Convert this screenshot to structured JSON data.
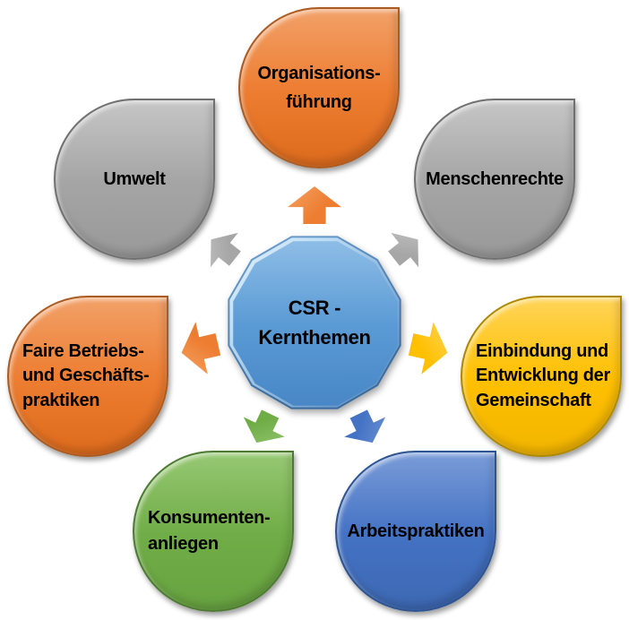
{
  "diagram": {
    "background": "#FFFFFF",
    "center": {
      "label": "CSR -\nKernthemen",
      "colors": {
        "edge": "#3A6B9F",
        "bevel": "#BCDCF4",
        "light": "#8FBEE7",
        "base": "#5B9BD5",
        "dark": "#4886C6"
      }
    },
    "nodes": [
      {
        "label": "Organisations-\nführung",
        "colors": {
          "light": "#F2A169",
          "base": "#ED7D31",
          "dark": "#DD6B1D",
          "edge": "#AA5B21"
        }
      },
      {
        "label": "Umwelt",
        "colors": {
          "light": "#C6C6C6",
          "base": "#A5A5A5",
          "dark": "#999999",
          "edge": "#707070"
        }
      },
      {
        "label": "Menschenrechte",
        "colors": {
          "light": "#C6C6C6",
          "base": "#A5A5A5",
          "dark": "#999999",
          "edge": "#707070"
        }
      },
      {
        "label": "Einbindung und\nEntwicklung der\nGemeinschaft",
        "colors": {
          "light": "#FFD459",
          "base": "#FFC000",
          "dark": "#F2B500",
          "edge": "#AD8800"
        }
      },
      {
        "label": "Faire Betriebs-\nund Geschäfts-\npraktiken",
        "colors": {
          "light": "#F2A169",
          "base": "#ED7D31",
          "dark": "#DD6B1D",
          "edge": "#AA5B21"
        }
      },
      {
        "label": "Konsumenten-\nanliegen",
        "colors": {
          "light": "#97C873",
          "base": "#70AD47",
          "dark": "#68A341",
          "edge": "#4C7A31"
        }
      },
      {
        "label": "Arbeitspraktiken",
        "colors": {
          "light": "#7A9CD8",
          "base": "#4472C4",
          "dark": "#3D68B2",
          "edge": "#2D5392"
        }
      }
    ],
    "arrows": [
      {
        "points_to": "Organisationsführung",
        "colors": {
          "light": "#F5A263",
          "base": "#ED7D31"
        }
      },
      {
        "points_to": "Umwelt",
        "colors": {
          "light": "#C2C2C2",
          "base": "#A6A6A6"
        }
      },
      {
        "points_to": "Menschenrechte",
        "colors": {
          "light": "#C2C2C2",
          "base": "#A6A6A6"
        }
      },
      {
        "points_to": "Einbindung und Entwicklung der Gemeinschaft",
        "colors": {
          "light": "#FFD45C",
          "base": "#FFC000"
        }
      },
      {
        "points_to": "Faire Betriebs- und Geschäftspraktiken",
        "colors": {
          "light": "#F5A263",
          "base": "#ED7D31"
        }
      },
      {
        "points_to": "Konsumentenanliegen",
        "colors": {
          "light": "#93C671",
          "base": "#70AD47"
        }
      },
      {
        "points_to": "Arbeitspraktiken",
        "colors": {
          "light": "#6E93D4",
          "base": "#4472C4"
        }
      }
    ]
  }
}
